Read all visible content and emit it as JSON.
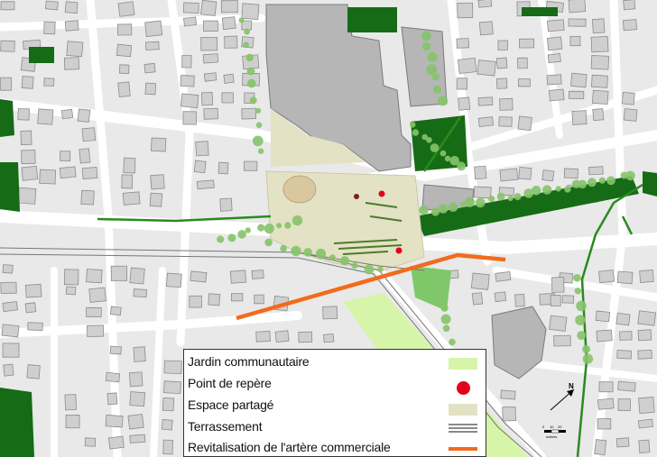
{
  "legend": {
    "items": [
      {
        "label": "Jardin communautaire",
        "symbol": "light-green-rectangle",
        "color": "#d6f5a8"
      },
      {
        "label": "Point de repère",
        "symbol": "red-dot",
        "color": "#e3001b"
      },
      {
        "label": "Espace partagé",
        "symbol": "beige-rectangle",
        "color": "#e3e2c4"
      },
      {
        "label": "Terrassement",
        "symbol": "triple-gray-lines",
        "color": "#8a8a8a"
      },
      {
        "label": "Revitalisation de l'artère commerciale",
        "symbol": "orange-line",
        "color": "#f26b1d"
      }
    ]
  },
  "north_arrow": {
    "label": "N"
  },
  "scale": {
    "ticks": [
      "0",
      "10",
      "20"
    ],
    "unit": "mètres"
  },
  "colors": {
    "building": "#cfcfcf",
    "building_stroke": "#8c8c8c",
    "large_building": "#b6b6b6",
    "street": "#ffffff",
    "block": "#efefef",
    "park": "#166b16",
    "tree": "#86c46a",
    "shared_space": "#e3e2c4",
    "garden": "#d6f5a8",
    "rail": "#777777",
    "commercial": "#f26b1d",
    "landmark": "#e3001b"
  }
}
